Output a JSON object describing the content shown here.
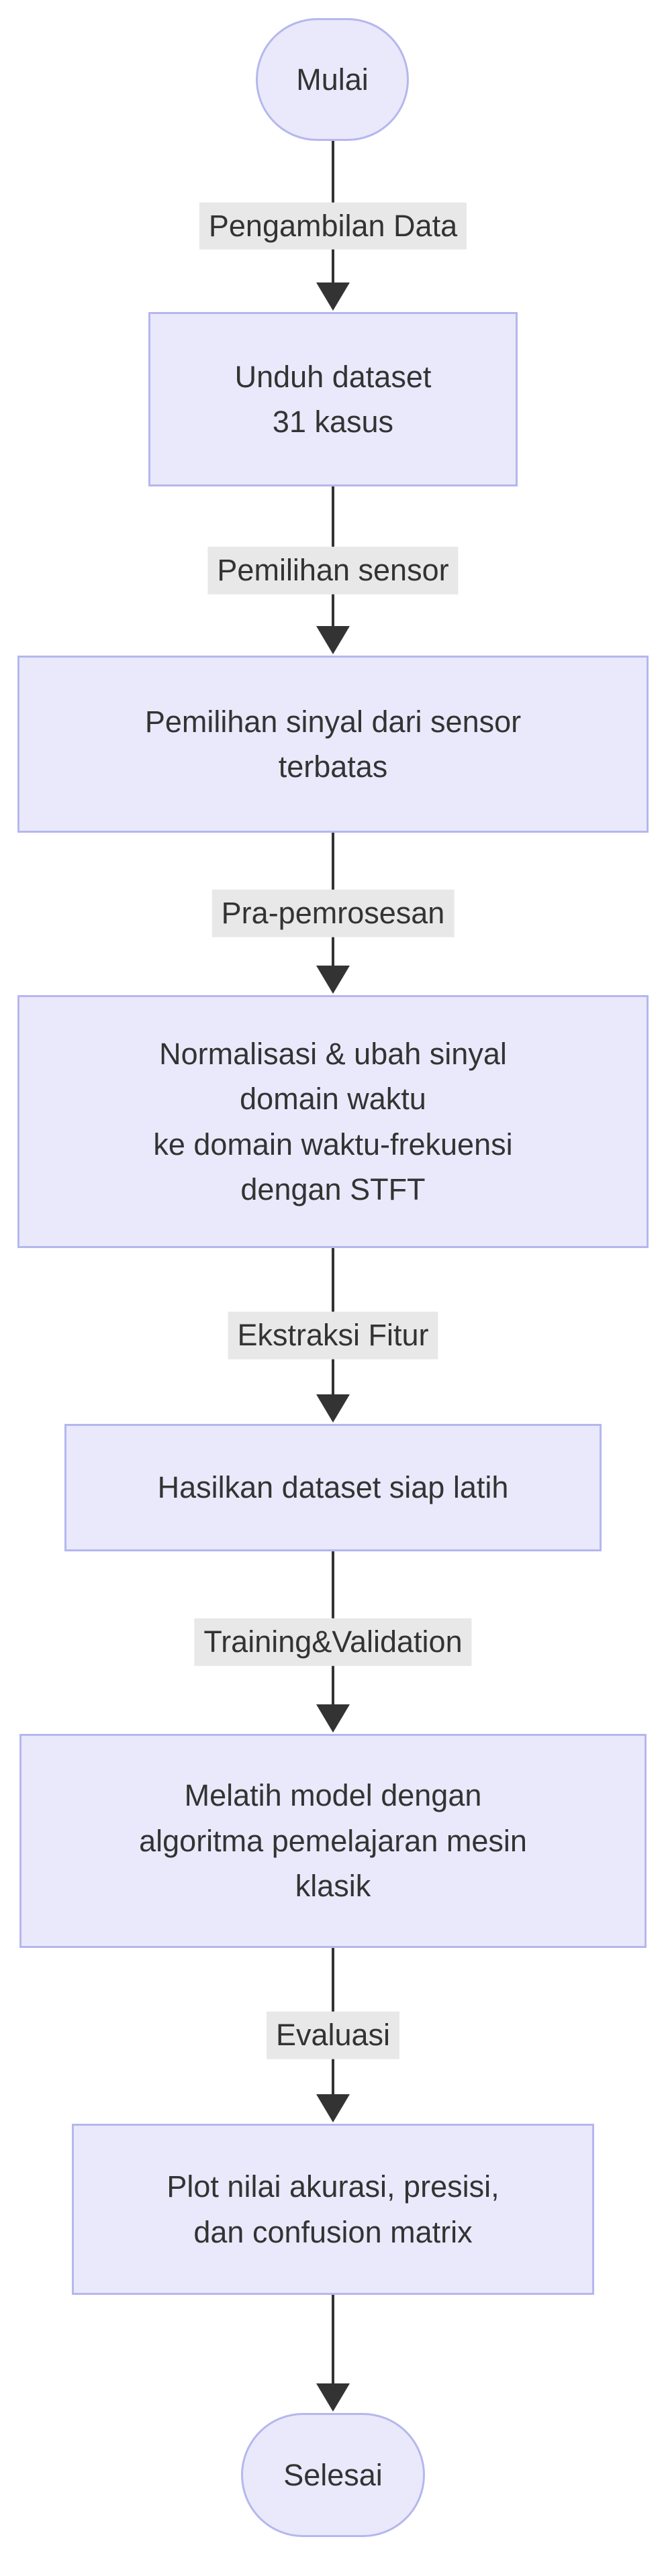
{
  "colors": {
    "canvas_bg": "#ffffff",
    "node_fill": "#e9e9fb",
    "node_border": "#b5b7ee",
    "text": "#333333",
    "line": "#333333",
    "edge_label_bg": "#e8e8e8"
  },
  "nodes": {
    "start": {
      "label": "Mulai",
      "shape": "stadium"
    },
    "download": {
      "lines": [
        "Unduh dataset",
        "31 kasus"
      ],
      "shape": "rect"
    },
    "select_signal": {
      "lines": [
        "Pemilihan sinyal dari sensor",
        "terbatas"
      ],
      "shape": "rect"
    },
    "normalize": {
      "lines": [
        "Normalisasi & ubah sinyal",
        "domain waktu",
        "ke domain waktu-frekuensi",
        "dengan STFT"
      ],
      "shape": "rect"
    },
    "dataset_ready": {
      "lines": [
        "Hasilkan dataset siap latih"
      ],
      "shape": "rect"
    },
    "train": {
      "lines": [
        "Melatih model dengan",
        "algoritma pemelajaran mesin",
        "klasik"
      ],
      "shape": "rect"
    },
    "plot": {
      "lines": [
        "Plot nilai akurasi, presisi,",
        "dan confusion matrix"
      ],
      "shape": "rect"
    },
    "end": {
      "label": "Selesai",
      "shape": "stadium"
    }
  },
  "edges": {
    "e1": {
      "label": "Pengambilan Data"
    },
    "e2": {
      "label": "Pemilihan sensor"
    },
    "e3": {
      "label": "Pra-pemrosesan"
    },
    "e4": {
      "label": "Ekstraksi Fitur"
    },
    "e5": {
      "label": "Training&Validation"
    },
    "e6": {
      "label": "Evaluasi"
    },
    "e7": {
      "label": ""
    }
  }
}
